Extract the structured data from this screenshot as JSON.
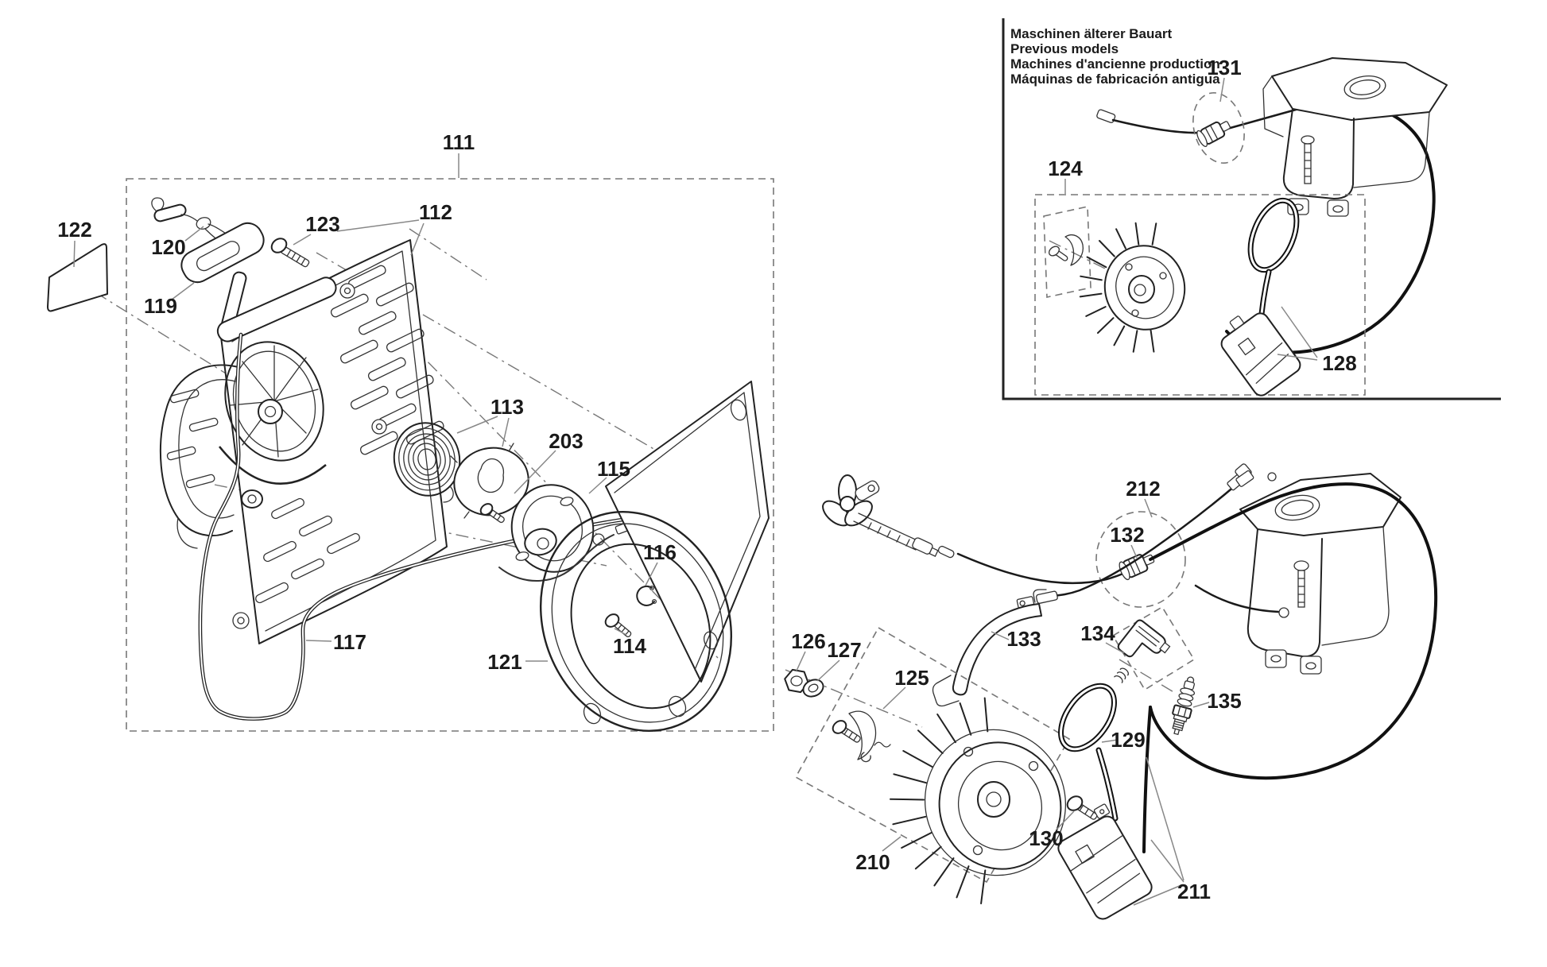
{
  "diagram": {
    "title_note": {
      "line1": "Maschinen älterer Bauart",
      "line2": "Previous models",
      "line3": "Machines d'ancienne production",
      "line4": "Máquinas de fabricación antigua"
    },
    "labels": {
      "p111": "111",
      "p112": "112",
      "p113": "113",
      "p114": "114",
      "p115": "115",
      "p116": "116",
      "p117": "117",
      "p119": "119",
      "p120": "120",
      "p121": "121",
      "p122": "122",
      "p123": "123",
      "p124": "124",
      "p125": "125",
      "p126": "126",
      "p127": "127",
      "p128": "128",
      "p129": "129",
      "p130": "130",
      "p131": "131",
      "p132": "132",
      "p133": "133",
      "p134": "134",
      "p135": "135",
      "p203": "203",
      "p210": "210",
      "p211": "211",
      "p212": "212"
    },
    "colors": {
      "ink": "#1a1a1a",
      "dashed": "#777777",
      "background": "#ffffff"
    }
  }
}
